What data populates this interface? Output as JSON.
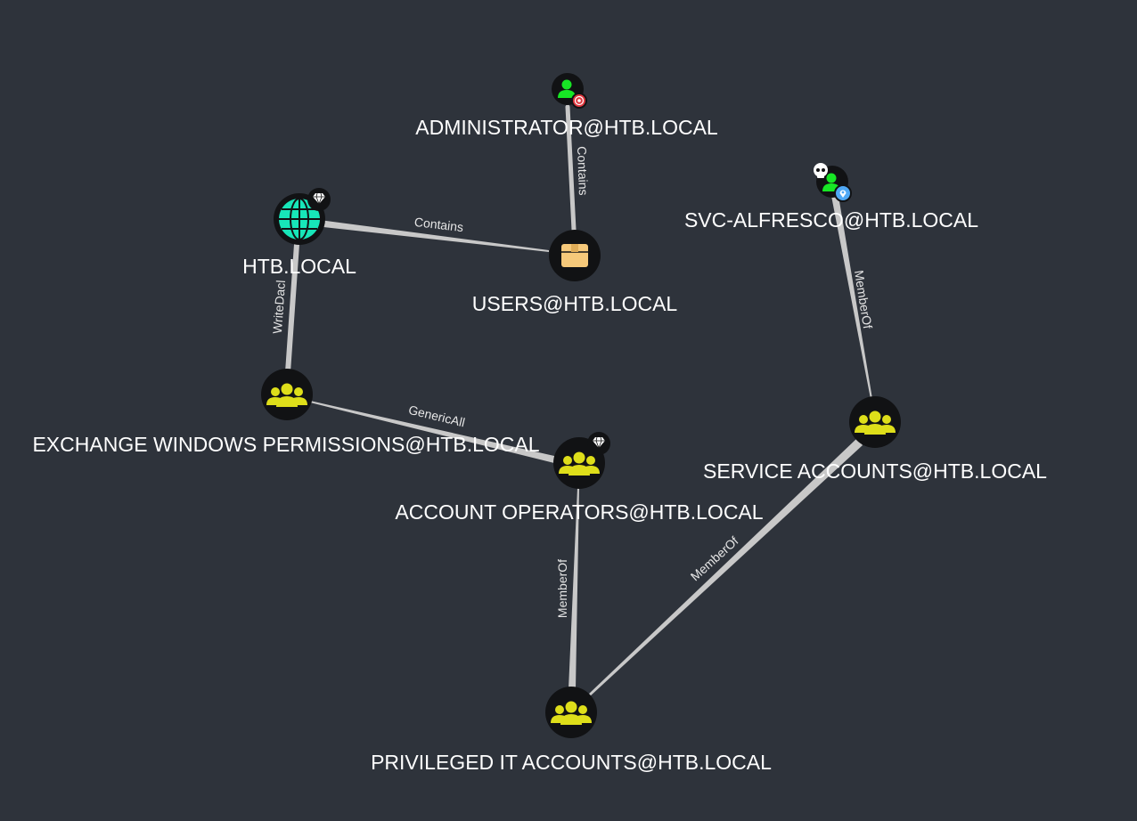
{
  "nodes": {
    "administrator": {
      "label": "ADMINISTRATOR@HTB.LOCAL",
      "kind": "user",
      "badges": [
        "target-badge"
      ]
    },
    "users": {
      "label": "USERS@HTB.LOCAL",
      "kind": "container"
    },
    "htb_local": {
      "label": "HTB.LOCAL",
      "kind": "domain",
      "badges": [
        "high-value-badge"
      ]
    },
    "svc_alfresco": {
      "label": "SVC-ALFRESCO@HTB.LOCAL",
      "kind": "user",
      "badges": [
        "owned-badge",
        "starting-node-badge"
      ]
    },
    "exchange_wp": {
      "label": "EXCHANGE WINDOWS PERMISSIONS@HTB.LOCAL",
      "kind": "group"
    },
    "account_ops": {
      "label": "ACCOUNT OPERATORS@HTB.LOCAL",
      "kind": "group",
      "badges": [
        "high-value-badge"
      ]
    },
    "service_accts": {
      "label": "SERVICE ACCOUNTS@HTB.LOCAL",
      "kind": "group"
    },
    "privileged_it": {
      "label": "PRIVILEGED IT ACCOUNTS@HTB.LOCAL",
      "kind": "group"
    }
  },
  "edges": {
    "admin_users": {
      "label": "Contains",
      "from": "administrator",
      "to": "users"
    },
    "htb_users": {
      "label": "Contains",
      "from": "htb_local",
      "to": "users"
    },
    "htb_exchange": {
      "label": "WriteDacl",
      "from": "htb_local",
      "to": "exchange_wp"
    },
    "exchange_acctops": {
      "label": "GenericAll",
      "from": "exchange_wp",
      "to": "account_ops"
    },
    "acctops_privit": {
      "label": "MemberOf",
      "from": "account_ops",
      "to": "privileged_it"
    },
    "svc_service": {
      "label": "MemberOf",
      "from": "svc_alfresco",
      "to": "service_accts"
    },
    "service_privit": {
      "label": "MemberOf",
      "from": "service_accts",
      "to": "privileged_it"
    }
  },
  "colors": {
    "background": "#2e333b",
    "group_icon": "#dede1a",
    "user_icon": "#17e625",
    "domain_icon": "#17e6b9",
    "container_icon": "#f6c97a",
    "edge": "#c8c8c8",
    "label_text": "#ffffff",
    "target_badge": "#e0373f",
    "owned_badge_skull": "#ffffff",
    "starting_badge": "#4fa8f5"
  }
}
